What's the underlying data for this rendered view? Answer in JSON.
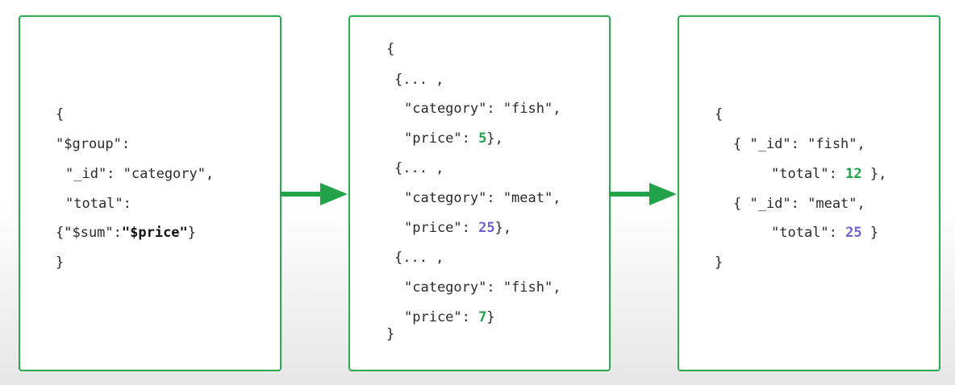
{
  "colors": {
    "box_border": "#2aaa4e",
    "arrow": "#22a34a",
    "value_green": "#22a34a",
    "value_purple": "#6e62d6"
  },
  "query": {
    "open_brace": "{",
    "group_key": "\"$group\":",
    "id_line": "\"_id\": \"category\",",
    "total_line": "\"total\":",
    "sum_prefix": "{\"$sum\":",
    "sum_field": "\"$price\"",
    "sum_suffix": "}",
    "close_brace": "}"
  },
  "input": {
    "open_brace": "{",
    "docs": [
      {
        "prefix": "{... ,",
        "category_line": "\"category\": \"fish\",",
        "price_prefix": "\"price\": ",
        "price": "5",
        "price_suffix": "},",
        "price_color": "green"
      },
      {
        "prefix": "{... ,",
        "category_line": "\"category\": \"meat\",",
        "price_prefix": "\"price\": ",
        "price": "25",
        "price_suffix": "},",
        "price_color": "purple"
      },
      {
        "prefix": "{... ,",
        "category_line": "\"category\": \"fish\",",
        "price_prefix": "\"price\": ",
        "price": "7",
        "price_suffix": "}",
        "price_color": "green"
      }
    ],
    "close_brace": "}"
  },
  "output": {
    "open_brace": "{",
    "groups": [
      {
        "id_line": "{ \"_id\": \"fish\",",
        "total_prefix": "\"total\": ",
        "total": "12",
        "total_suffix": " },",
        "total_color": "green"
      },
      {
        "id_line": "{ \"_id\": \"meat\",",
        "total_prefix": "\"total\": ",
        "total": "25",
        "total_suffix": " }",
        "total_color": "purple"
      }
    ],
    "close_brace": "}"
  }
}
